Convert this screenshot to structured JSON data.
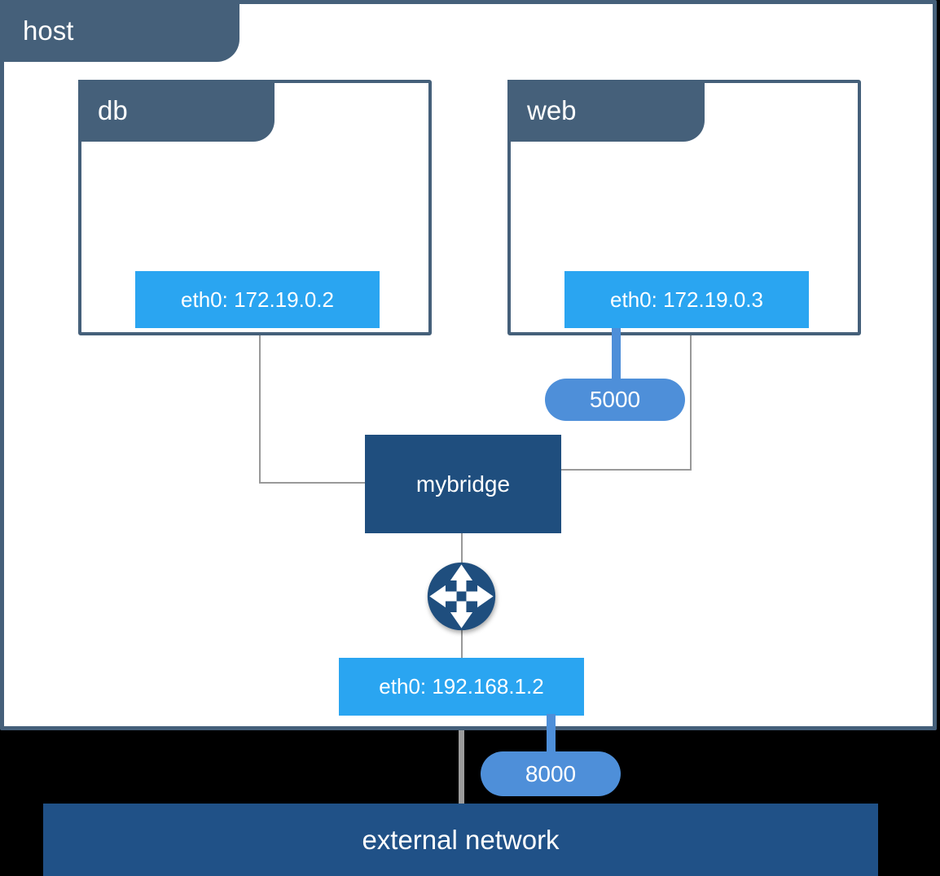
{
  "host": {
    "label": "host",
    "interface_label": "eth0: 192.168.1.2"
  },
  "containers": [
    {
      "name": "db",
      "interface_label": "eth0: 172.19.0.2"
    },
    {
      "name": "web",
      "interface_label": "eth0: 172.19.0.3",
      "port_label": "5000"
    }
  ],
  "bridge": {
    "label": "mybridge"
  },
  "published_port": {
    "label": "8000"
  },
  "external_network": {
    "label": "external network"
  },
  "icons": {
    "router": "router-arrows-icon"
  },
  "colors": {
    "slate_border": "#45607A",
    "interface_blue": "#2AA5F1",
    "port_blue": "#4E8FD9",
    "bridge_navy": "#1F4E7E",
    "external_bar_blue": "#205187",
    "connector_gray": "#999999",
    "background": "#000000",
    "text": "#FFFFFF"
  }
}
